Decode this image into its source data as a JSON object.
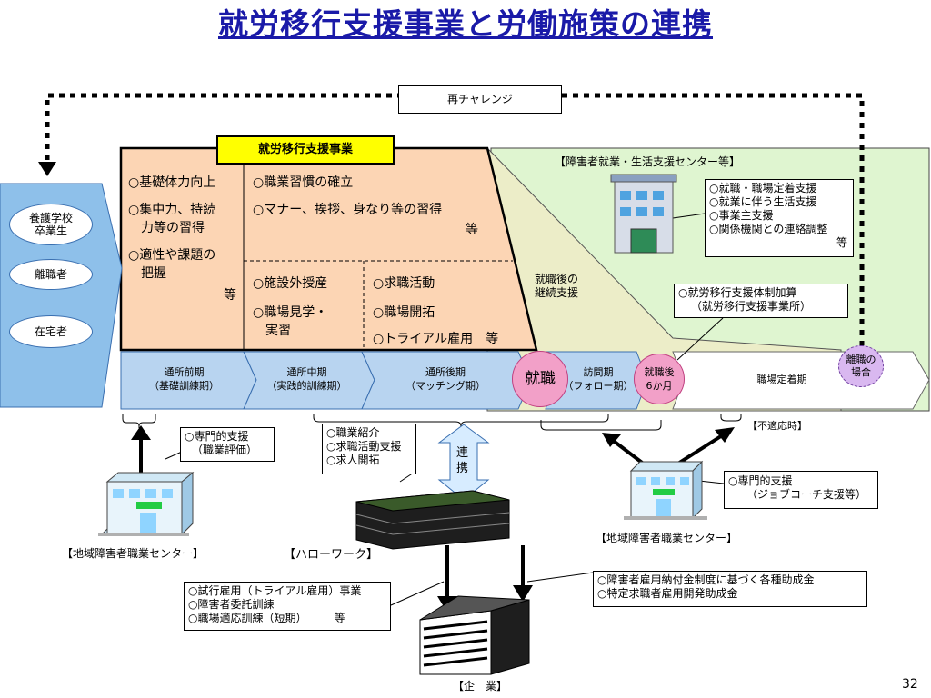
{
  "title": "就労移行支援事業と労働施策の連携",
  "page_number": "32",
  "re_challenge": "再チャレンジ",
  "program_label": "就労移行支援事業",
  "targets": [
    "養護学校\n卒業生",
    "離職者",
    "在宅者"
  ],
  "early_items": [
    "○基礎体力向上",
    "○集中力、持続",
    "　力等の習得",
    "○適性や課題の",
    "　把握",
    "等"
  ],
  "middle_top_items": [
    "○職業習慣の確立",
    "○マナー、挨拶、身なり等の習得",
    "等"
  ],
  "middle_items": [
    "○施設外授産",
    "○職場見学・",
    "　実習"
  ],
  "late_items": [
    "○求職活動",
    "○職場開拓",
    "○トライアル雇用　等"
  ],
  "support_continue": "就職後の\n継続支援",
  "center_title": "【障害者就業・生活支援センター等】",
  "center_items": [
    "○就職・職場定着支援",
    "○就業に伴う生活支援",
    "○事業主支援",
    "○関係機関との連絡調整",
    "等"
  ],
  "addition_items": [
    "○就労移行支援体制加算",
    "（就労移行支援事業所）"
  ],
  "phases": [
    "通所前期\n（基礎訓練期）",
    "通所中期\n（実践的訓練期）",
    "通所後期\n（マッチング期）",
    "訪問期\n（フォロー期）",
    "職場定着期"
  ],
  "employment": "就職",
  "after_six": "就職後\n6か月",
  "leaving": "離職の\n場合",
  "regional_left_items": [
    "○専門的支援",
    "（職業評価）"
  ],
  "regional_left_label": "【地域障害者職業センター】",
  "hellowork_items": [
    "○職業紹介",
    "○求職活動支援",
    "○求人開拓"
  ],
  "renkei": "連\n携",
  "hellowork_label": "【ハローワーク】",
  "futekio": "【不適応時】",
  "regional_right_items": [
    "○専門的支援",
    "（ジョブコーチ支援等）"
  ],
  "regional_right_label": "【地域障害者職業センター】",
  "trial_items": [
    "○試行雇用（トライアル雇用）事業",
    "○障害者委託訓練",
    "○職場適応訓練（短期）　　　等"
  ],
  "subsidy_items": [
    "○障害者雇用納付金制度に基づく各種助成金",
    "○特定求職者雇用開発助成金"
  ],
  "company_label": "【企　業】",
  "colors": {
    "title": "#1a1aa8",
    "program_fill": "#fcd5b4",
    "green_fill": "#dff5d0",
    "olive_fill": "#ecedc8",
    "phase_fill": "#b8d4f0",
    "pink": "#f2a0c8",
    "lavender": "#d9b8f0",
    "label_yellow": "#ffff00"
  }
}
